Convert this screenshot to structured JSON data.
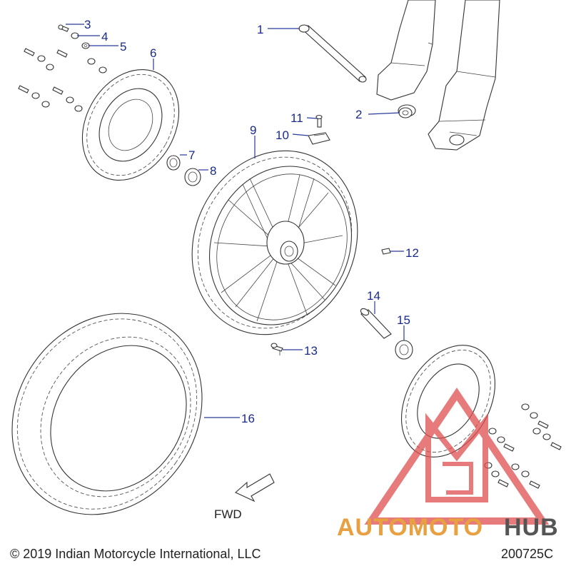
{
  "diagram": {
    "callouts": [
      "1",
      "2",
      "3",
      "4",
      "5",
      "6",
      "7",
      "8",
      "9",
      "10",
      "11",
      "12",
      "13",
      "14",
      "15",
      "16"
    ],
    "direction_label": "FWD",
    "copyright": "© 2019 Indian Motorcycle International, LLC",
    "diagram_code": "200725C"
  },
  "watermark": {
    "brand_part1": "AUTOMOTO",
    "brand_part2": "HUB",
    "color_primary": "#e8a040",
    "color_secondary": "#555555",
    "logo_color": "#e05050"
  }
}
